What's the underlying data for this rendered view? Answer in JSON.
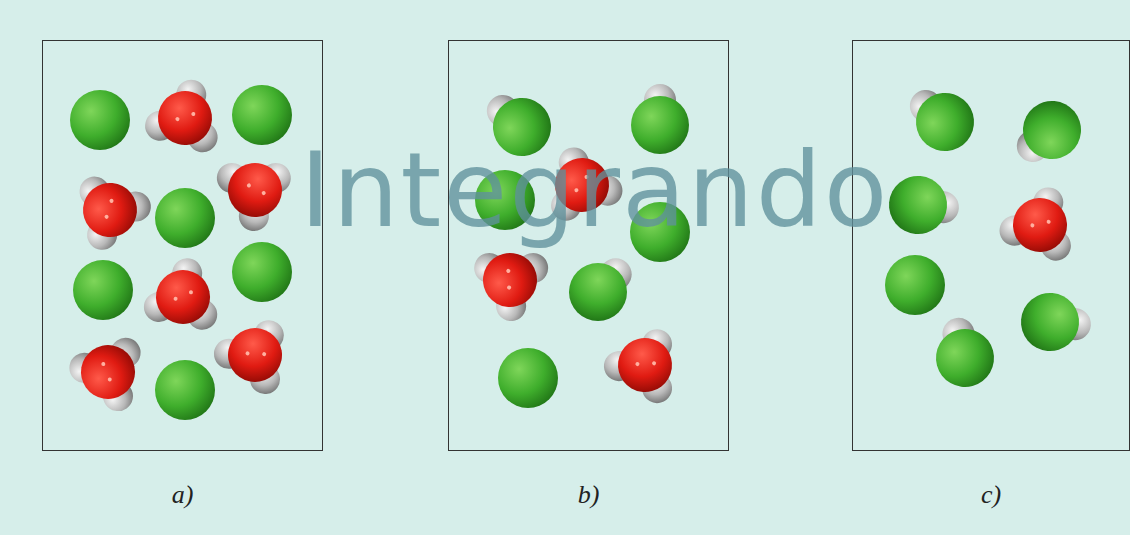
{
  "diagram": {
    "nodes": [
      {
        "text": [
          "a)"
        ]
      },
      {
        "text": [
          "b)"
        ]
      },
      {
        "text": [
          "c)"
        ]
      }
    ],
    "labels": [
      "Integrando"
    ]
  }
}
